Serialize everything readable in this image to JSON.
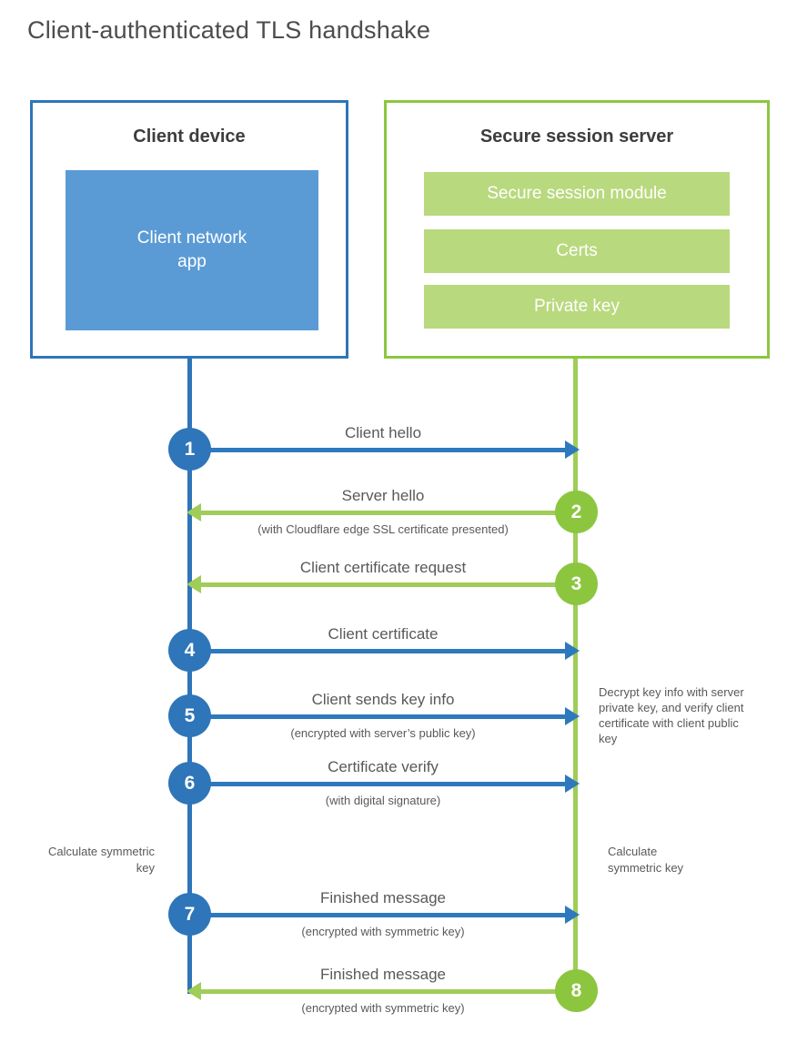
{
  "title": "Client-authenticated TLS handshake",
  "client": {
    "header": "Client device",
    "app_label": "Client network app"
  },
  "server": {
    "header": "Secure session server",
    "modules": [
      "Secure session module",
      "Certs",
      "Private key"
    ]
  },
  "steps": [
    {
      "number": "1",
      "actor": "client",
      "direction": "right",
      "label": "Client hello",
      "sublabel": ""
    },
    {
      "number": "2",
      "actor": "server",
      "direction": "left",
      "label": "Server hello",
      "sublabel": "(with Cloudflare edge SSL certificate presented)"
    },
    {
      "number": "3",
      "actor": "server",
      "direction": "left",
      "label": "Client certificate request",
      "sublabel": ""
    },
    {
      "number": "4",
      "actor": "client",
      "direction": "right",
      "label": "Client certificate",
      "sublabel": ""
    },
    {
      "number": "5",
      "actor": "client",
      "direction": "right",
      "label": "Client sends key info",
      "sublabel": "(encrypted with server’s public key)"
    },
    {
      "number": "6",
      "actor": "client",
      "direction": "right",
      "label": "Certificate verify",
      "sublabel": "(with digital signature)"
    },
    {
      "number": "7",
      "actor": "client",
      "direction": "right",
      "label": "Finished message",
      "sublabel": "(encrypted with symmetric key)"
    },
    {
      "number": "8",
      "actor": "server",
      "direction": "left",
      "label": "Finished message",
      "sublabel": "(encrypted with symmetric key)"
    }
  ],
  "notes": {
    "decrypt": "Decrypt key info with server private key, and verify client certificate with client public key",
    "calc_left": "Calculate symmetric key",
    "calc_right": "Calculate symmetric key"
  },
  "colors": {
    "blue": "#2e75b9",
    "blue_fill": "#5b9bd5",
    "green": "#8cc63f",
    "green_arrow": "#a0cc58",
    "green_fill": "#b9d97e",
    "text_gray": "#595959"
  }
}
